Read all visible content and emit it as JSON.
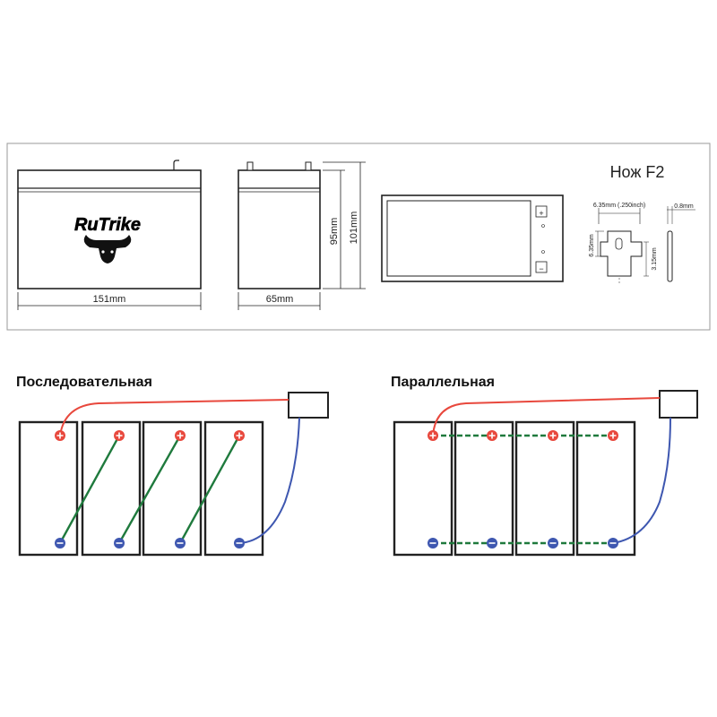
{
  "brand": {
    "logo_text": "RuTrike"
  },
  "dimensions": {
    "length": "151mm",
    "width": "65mm",
    "height_case": "95mm",
    "height_total": "101mm"
  },
  "terminal": {
    "title": "Нож F2",
    "tab_width": "6.35mm (.250inch)",
    "tab_thickness": "0.8mm",
    "tab_height": "6.35mm",
    "hole_offset": "3.15mm"
  },
  "series": {
    "title": "Последовательная"
  },
  "parallel": {
    "title": "Параллельная"
  },
  "colors": {
    "positive_wire": "#e8483d",
    "negative_wire": "#3e57b0",
    "jumper_wire": "#1f7a3d",
    "outline": "#222222"
  }
}
